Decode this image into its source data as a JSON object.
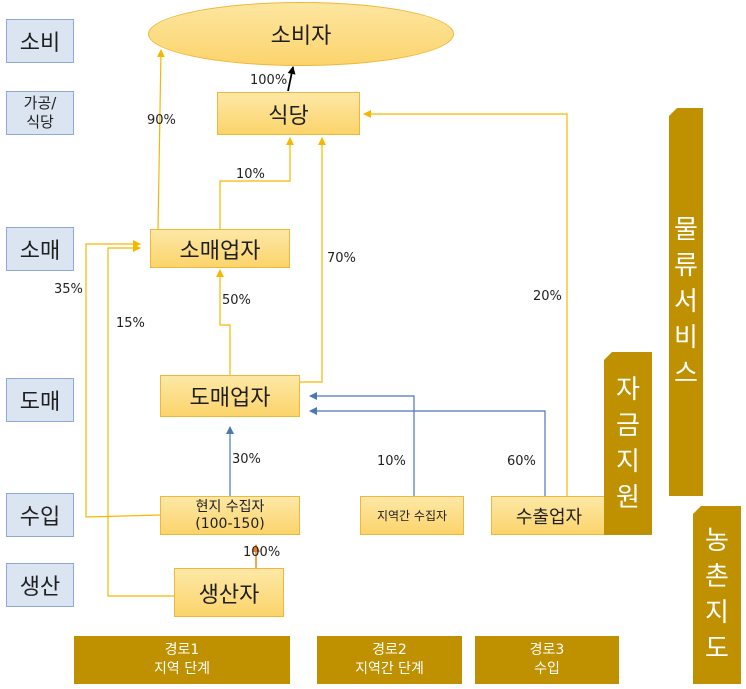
{
  "stage_labels": {
    "consumption": "소비",
    "processing": "가공/\n식당",
    "retail": "소매",
    "wholesale": "도매",
    "import": "수입",
    "production": "생산"
  },
  "nodes": {
    "consumer": "소비자",
    "restaurant": "식당",
    "retailer": "소매업자",
    "wholesaler": "도매업자",
    "local_collector": "현지 수집자\n(100-150)",
    "interregional_collector": "지역간 수집자",
    "exporter": "수출업자",
    "producer": "생산자"
  },
  "percentages": {
    "restaurant_to_consumer": "100%",
    "retailer_to_consumer": "90%",
    "retailer_to_restaurant": "10%",
    "wholesaler_to_restaurant": "70%",
    "exporter_to_restaurant": "20%",
    "wholesaler_to_retailer": "50%",
    "import_to_retailer": "35%",
    "producer_to_retailer": "15%",
    "local_to_wholesaler": "30%",
    "interregional_to_wholesaler": "10%",
    "exporter_to_wholesaler": "60%",
    "producer_to_local": "100%"
  },
  "routes": [
    {
      "label": "경로1\n지역 단계"
    },
    {
      "label": "경로2\n지역간 단계"
    },
    {
      "label": "경로3\n수입"
    }
  ],
  "support_bars": {
    "logistics": "물\n류\n서\n비\n스",
    "funding": "자\n금\n지\n원",
    "guidance": "농\n촌\n지\n도"
  },
  "colors": {
    "gold_arrow": "#f5b800",
    "blue_arrow": "#4a78b5",
    "orange_arrow": "#e87d1e",
    "gold_bar": "#bf9000",
    "label_bg": "#dbe5f1"
  }
}
